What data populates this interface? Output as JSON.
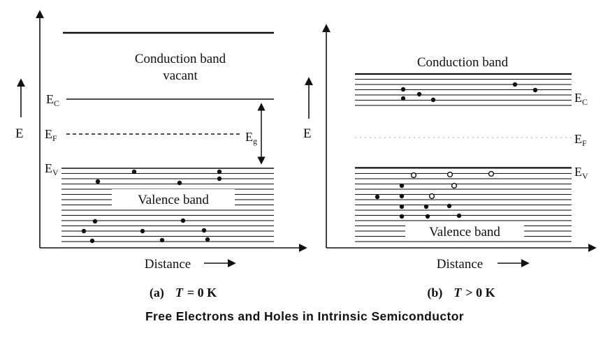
{
  "caption": "Free Electrons and Holes in Intrinsic Semiconductor",
  "panel_a": {
    "energy_axis_label": "E",
    "band_title_line1": "Conduction band",
    "band_title_line2": "vacant",
    "ec_main": "E",
    "ec_sub": "C",
    "ef_main": "E",
    "ef_sub": "F",
    "ev_main": "E",
    "ev_sub": "V",
    "eg_main": "E",
    "eg_sub": "g",
    "valence_label": "Valence band",
    "x_axis_label": "Distance",
    "sub_letter": "(a)",
    "sub_t": "T",
    "sub_rest": "= 0 K"
  },
  "panel_b": {
    "energy_axis_label": "E",
    "band_title": "Conduction band",
    "ec_main": "E",
    "ec_sub": "C",
    "ef_main": "E",
    "ef_sub": "F",
    "ev_main": "E",
    "ev_sub": "V",
    "valence_label": "Valence band",
    "x_axis_label": "Distance",
    "sub_letter": "(b)",
    "sub_t": "T",
    "sub_rest": "> 0 K"
  },
  "colors": {
    "ink": "#111111",
    "hatch": "#1a1a1a",
    "faint_line": "#bbbbbb"
  }
}
